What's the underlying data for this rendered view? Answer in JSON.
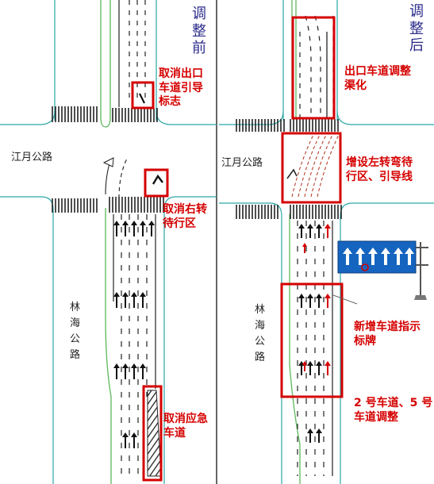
{
  "panels": {
    "before": {
      "title": "调整前",
      "cross_road": "江月公路",
      "main_road": "林海公路",
      "notes": {
        "remove_guide_sign": "取消出口\n车道引导\n标志",
        "remove_right_wait": "取消右转\n待行区",
        "remove_emergency": "取消应急\n车道"
      }
    },
    "after": {
      "title": "调整后",
      "cross_road": "江月公路",
      "main_road": "林海公路",
      "notes": {
        "exit_channelize": "出口车道调整\n渠化",
        "add_left_wait": "增设左转弯待\n行区、引导线",
        "new_sign": "新增车道指示\n标牌",
        "lane_adjust": "2 号车道、5 号\n车道调整"
      }
    }
  },
  "colors": {
    "highlight_box": "#d50000",
    "road_edge": "#2aa6a6",
    "median": "#5cb85c",
    "sign_panel": "#1565c0",
    "title_text": "#2a2a8a"
  }
}
